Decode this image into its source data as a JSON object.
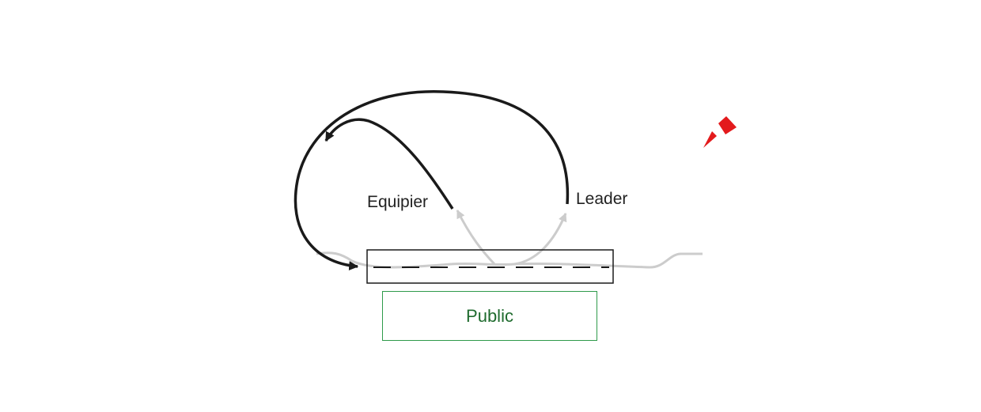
{
  "labels": {
    "equipier": "Equipier",
    "leader": "Leader",
    "public": "Public"
  },
  "colors": {
    "stroke_dark": "#1a1a1a",
    "stroke_light": "#cccccc",
    "public_border": "#2e9a4a",
    "public_text": "#1f6b2e",
    "pointer": "#e31a1c"
  },
  "icons": {
    "pointer": "red-arrow-pointer-icon"
  }
}
